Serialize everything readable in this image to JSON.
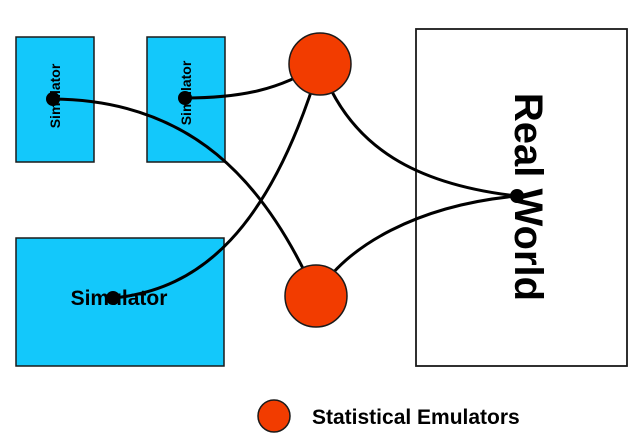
{
  "colors": {
    "simulator_fill": "#13c8fb",
    "emulator_fill": "#f23c00",
    "line": "#000000",
    "real_world_fill": "#ffffff"
  },
  "simulators": [
    {
      "label": "Simulator"
    },
    {
      "label": "Simulator"
    },
    {
      "label": "Simulator"
    }
  ],
  "real_world": {
    "label": "Real World"
  },
  "legend": {
    "label": "Statistical Emulators"
  }
}
